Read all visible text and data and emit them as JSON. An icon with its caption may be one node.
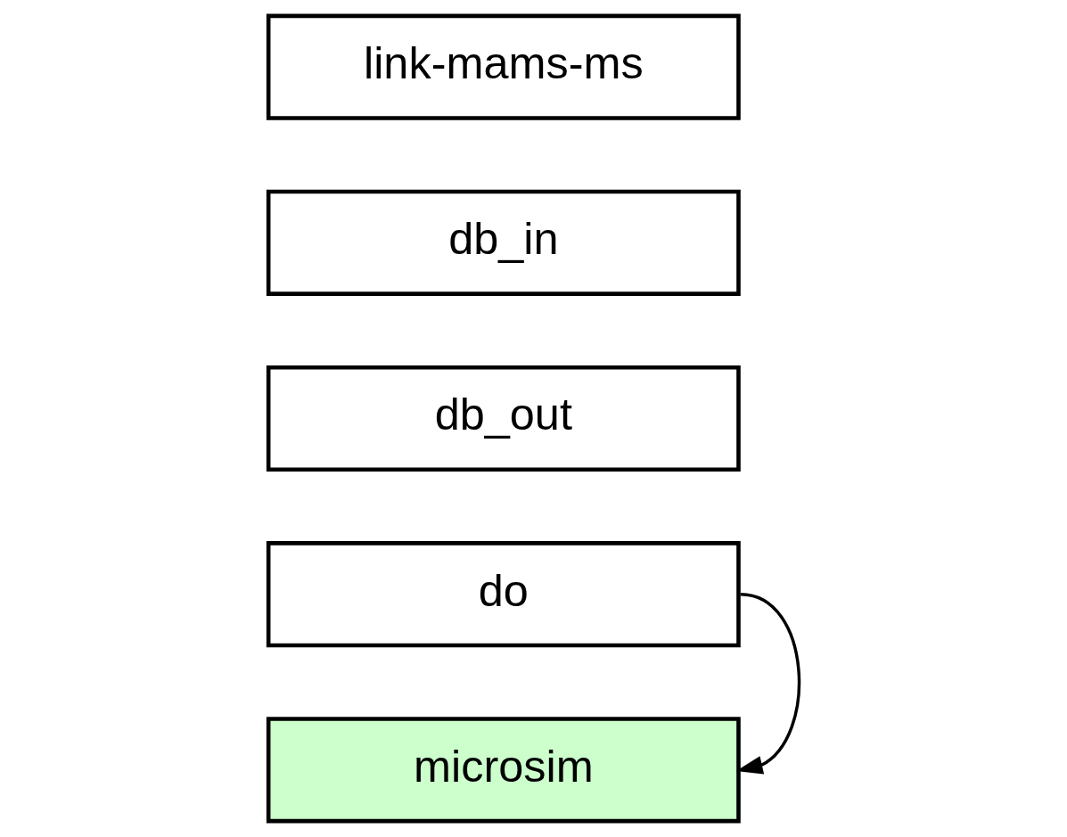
{
  "diagram": {
    "nodes": [
      {
        "text": [
          "link-mams-ms"
        ]
      },
      {
        "text": [
          "db_in"
        ]
      },
      {
        "text": [
          "db_out"
        ]
      },
      {
        "text": [
          "do"
        ]
      },
      {
        "text": [
          "microsim"
        ]
      }
    ],
    "edges": [
      {
        "from": 3,
        "to": 4,
        "arrow": "to"
      }
    ]
  }
}
